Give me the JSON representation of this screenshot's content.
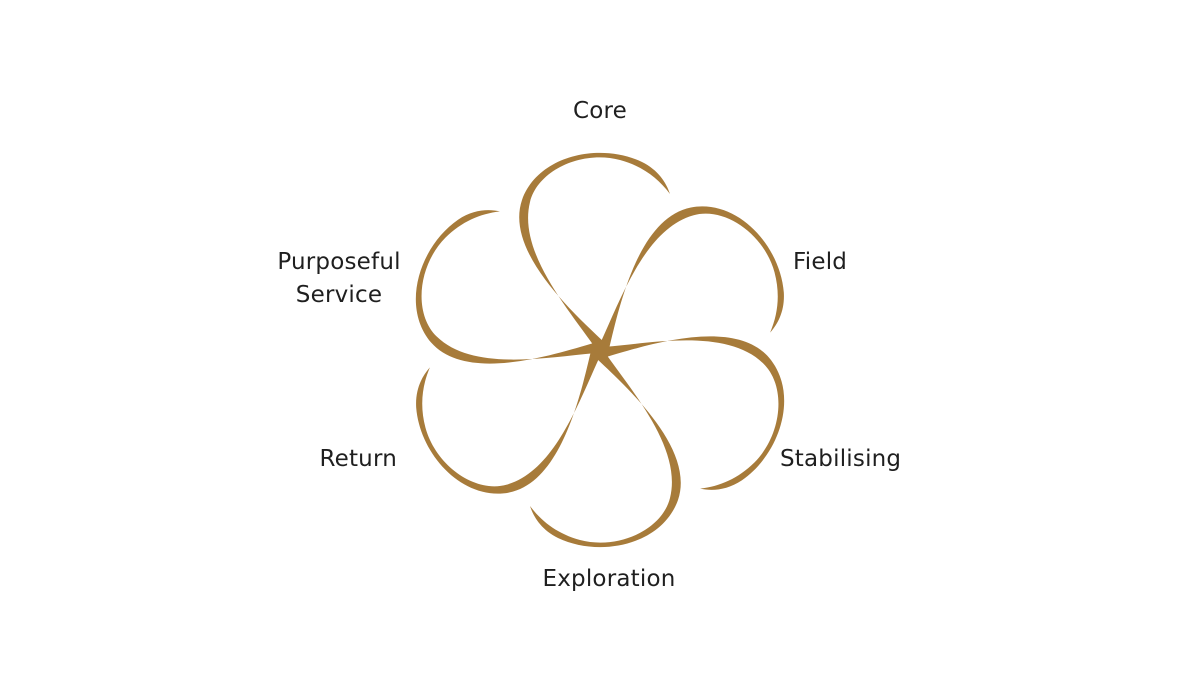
{
  "emblem": {
    "color": "#a77b3a",
    "icon": "six-petal-swirl-icon"
  },
  "labels": {
    "core": "Core",
    "field": "Field",
    "purposeful_line1": "Purposeful",
    "purposeful_line2": "Service",
    "stabilising": "Stabilising",
    "return": "Return",
    "exploration": "Exploration"
  }
}
